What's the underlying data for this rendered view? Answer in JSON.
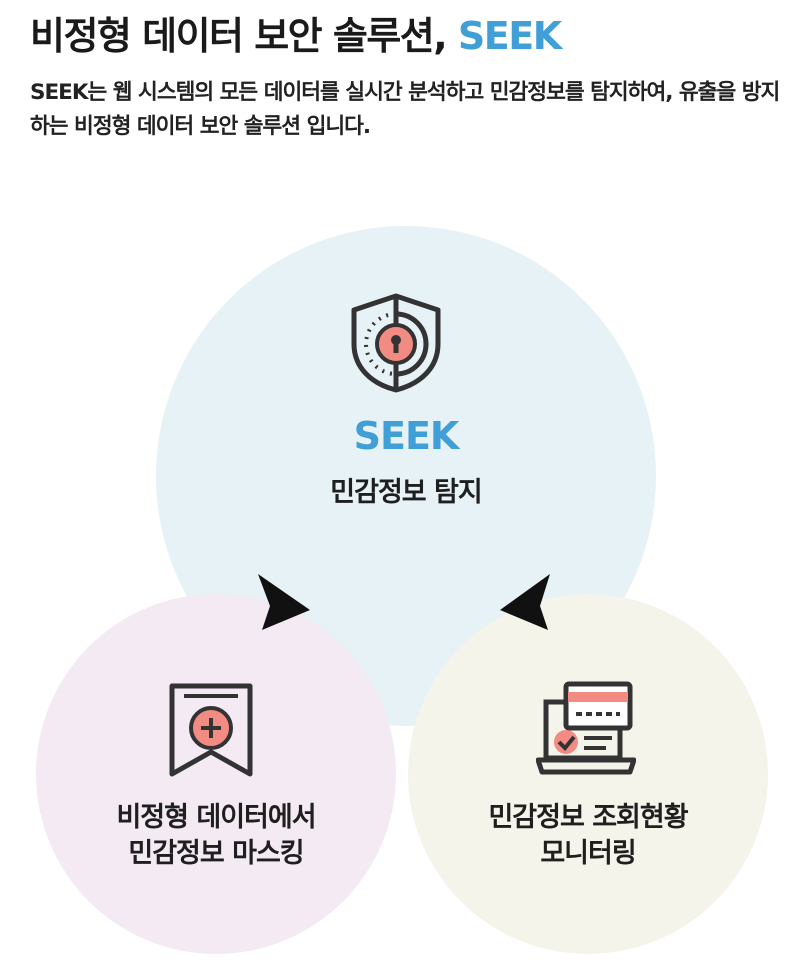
{
  "header": {
    "title_main": "비정형 데이터 보안 솔루션, ",
    "title_accent": "SEEK",
    "description": "SEEK는 웹 시스템의 모든 데이터를 실시간 분석하고 민감정보를 탐지하여, 유출을 방지하는 비정형 데이터 보안 솔루션 입니다."
  },
  "diagram": {
    "top": {
      "brand": "SEEK",
      "label": "민감정보 탐지",
      "icon": "shield-key-icon"
    },
    "left": {
      "line1": "비정형 데이터에서",
      "line2": "민감정보 마스킹",
      "icon": "bookmark-plus-icon"
    },
    "right": {
      "line1": "민감정보 조회현황",
      "line2": "모니터링",
      "icon": "laptop-card-check-icon"
    }
  },
  "colors": {
    "accent": "#3f9fd6",
    "top_circle": "#e6f2f5",
    "left_circle": "#f3eaf4",
    "right_circle": "#f5f4ea",
    "icon_highlight": "#f28b82",
    "icon_stroke": "#333333"
  }
}
